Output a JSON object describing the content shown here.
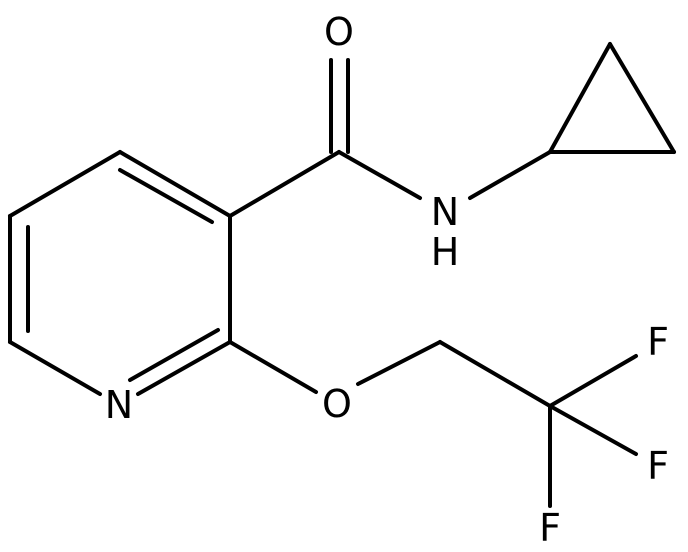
{
  "molecule": {
    "atoms": {
      "carbonyl_oxygen": "O",
      "amide_nitrogen": "N",
      "amide_hydrogen": "H",
      "pyridine_nitrogen": "N",
      "ether_oxygen": "O",
      "fluorine_1": "F",
      "fluorine_2": "F",
      "fluorine_3": "F"
    }
  }
}
